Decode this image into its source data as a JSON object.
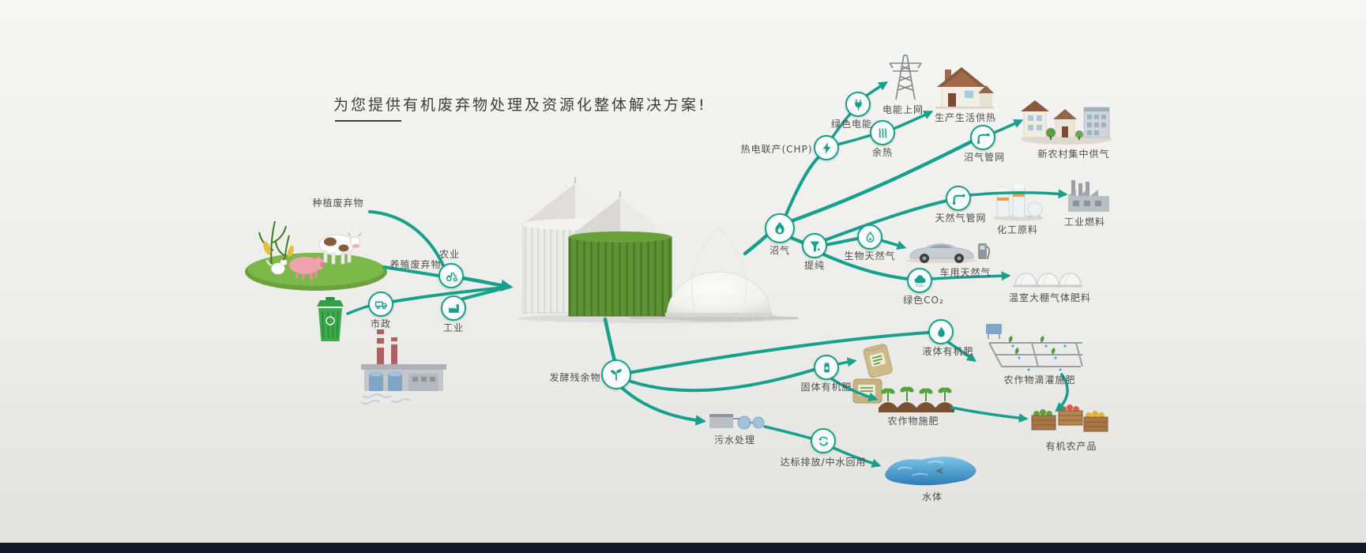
{
  "title": "为您提供有机废弃物处理及资源化整体解决方案!",
  "colors": {
    "background": "#ededec",
    "arrow": "#17a08b",
    "node_border": "#17a08b",
    "label_text": "#4e4e4e",
    "title_text": "#3c3c3c",
    "footer_bar": "#141824",
    "tank_green": "#5e9234",
    "grass_green": "#7cb84a",
    "water_blue": "#2e7cb5"
  },
  "labels": {
    "planting_waste": "种植废弃物",
    "livestock_waste": "养殖废弃物",
    "municipal": "市政",
    "agriculture": "农业",
    "industry": "工业",
    "biogas": "沼气",
    "chp": "热电联产(CHP)",
    "green_power": "绿色电能",
    "power_to_grid": "电能上网",
    "waste_heat": "余热",
    "heating": "生产生活供热",
    "biogas_grid": "沼气管网",
    "rural_gas": "新农村集中供气",
    "purification": "提纯",
    "natgas_grid": "天然气管网",
    "chem_material": "化工原料",
    "industrial_fuel": "工业燃料",
    "bio_natgas": "生物天然气",
    "vehicle_gas": "车用天然气",
    "green_co2": "绿色CO₂",
    "greenhouse_fert": "温室大棚气体肥料",
    "digestate": "发酵残余物",
    "solid_fert": "固体有机肥",
    "liquid_fert": "液体有机肥",
    "crop_fert": "农作物施肥",
    "drip_fert": "农作物滴灌施肥",
    "sewage": "污水处理",
    "discharge": "达标排放/中水回用",
    "water_body": "水体",
    "organic_products": "有机农产品"
  },
  "icons": {
    "agriculture": "tractor-icon",
    "municipal": "garbage-truck-icon",
    "industry": "factory-icon",
    "biogas": "flame-icon",
    "chp": "lightning-icon",
    "green_power": "plug-icon",
    "waste_heat": "heat-waves-icon",
    "biogas_grid": "pipe-icon",
    "purification": "funnel-icon",
    "natgas_grid": "pipe-icon",
    "bio_natgas": "gas-flame-icon",
    "green_co2": "co2-cloud-icon",
    "digestate": "sprout-icon",
    "solid_fert": "fertilizer-bag-icon",
    "liquid_fert": "droplet-icon",
    "discharge": "water-recycle-icon"
  }
}
